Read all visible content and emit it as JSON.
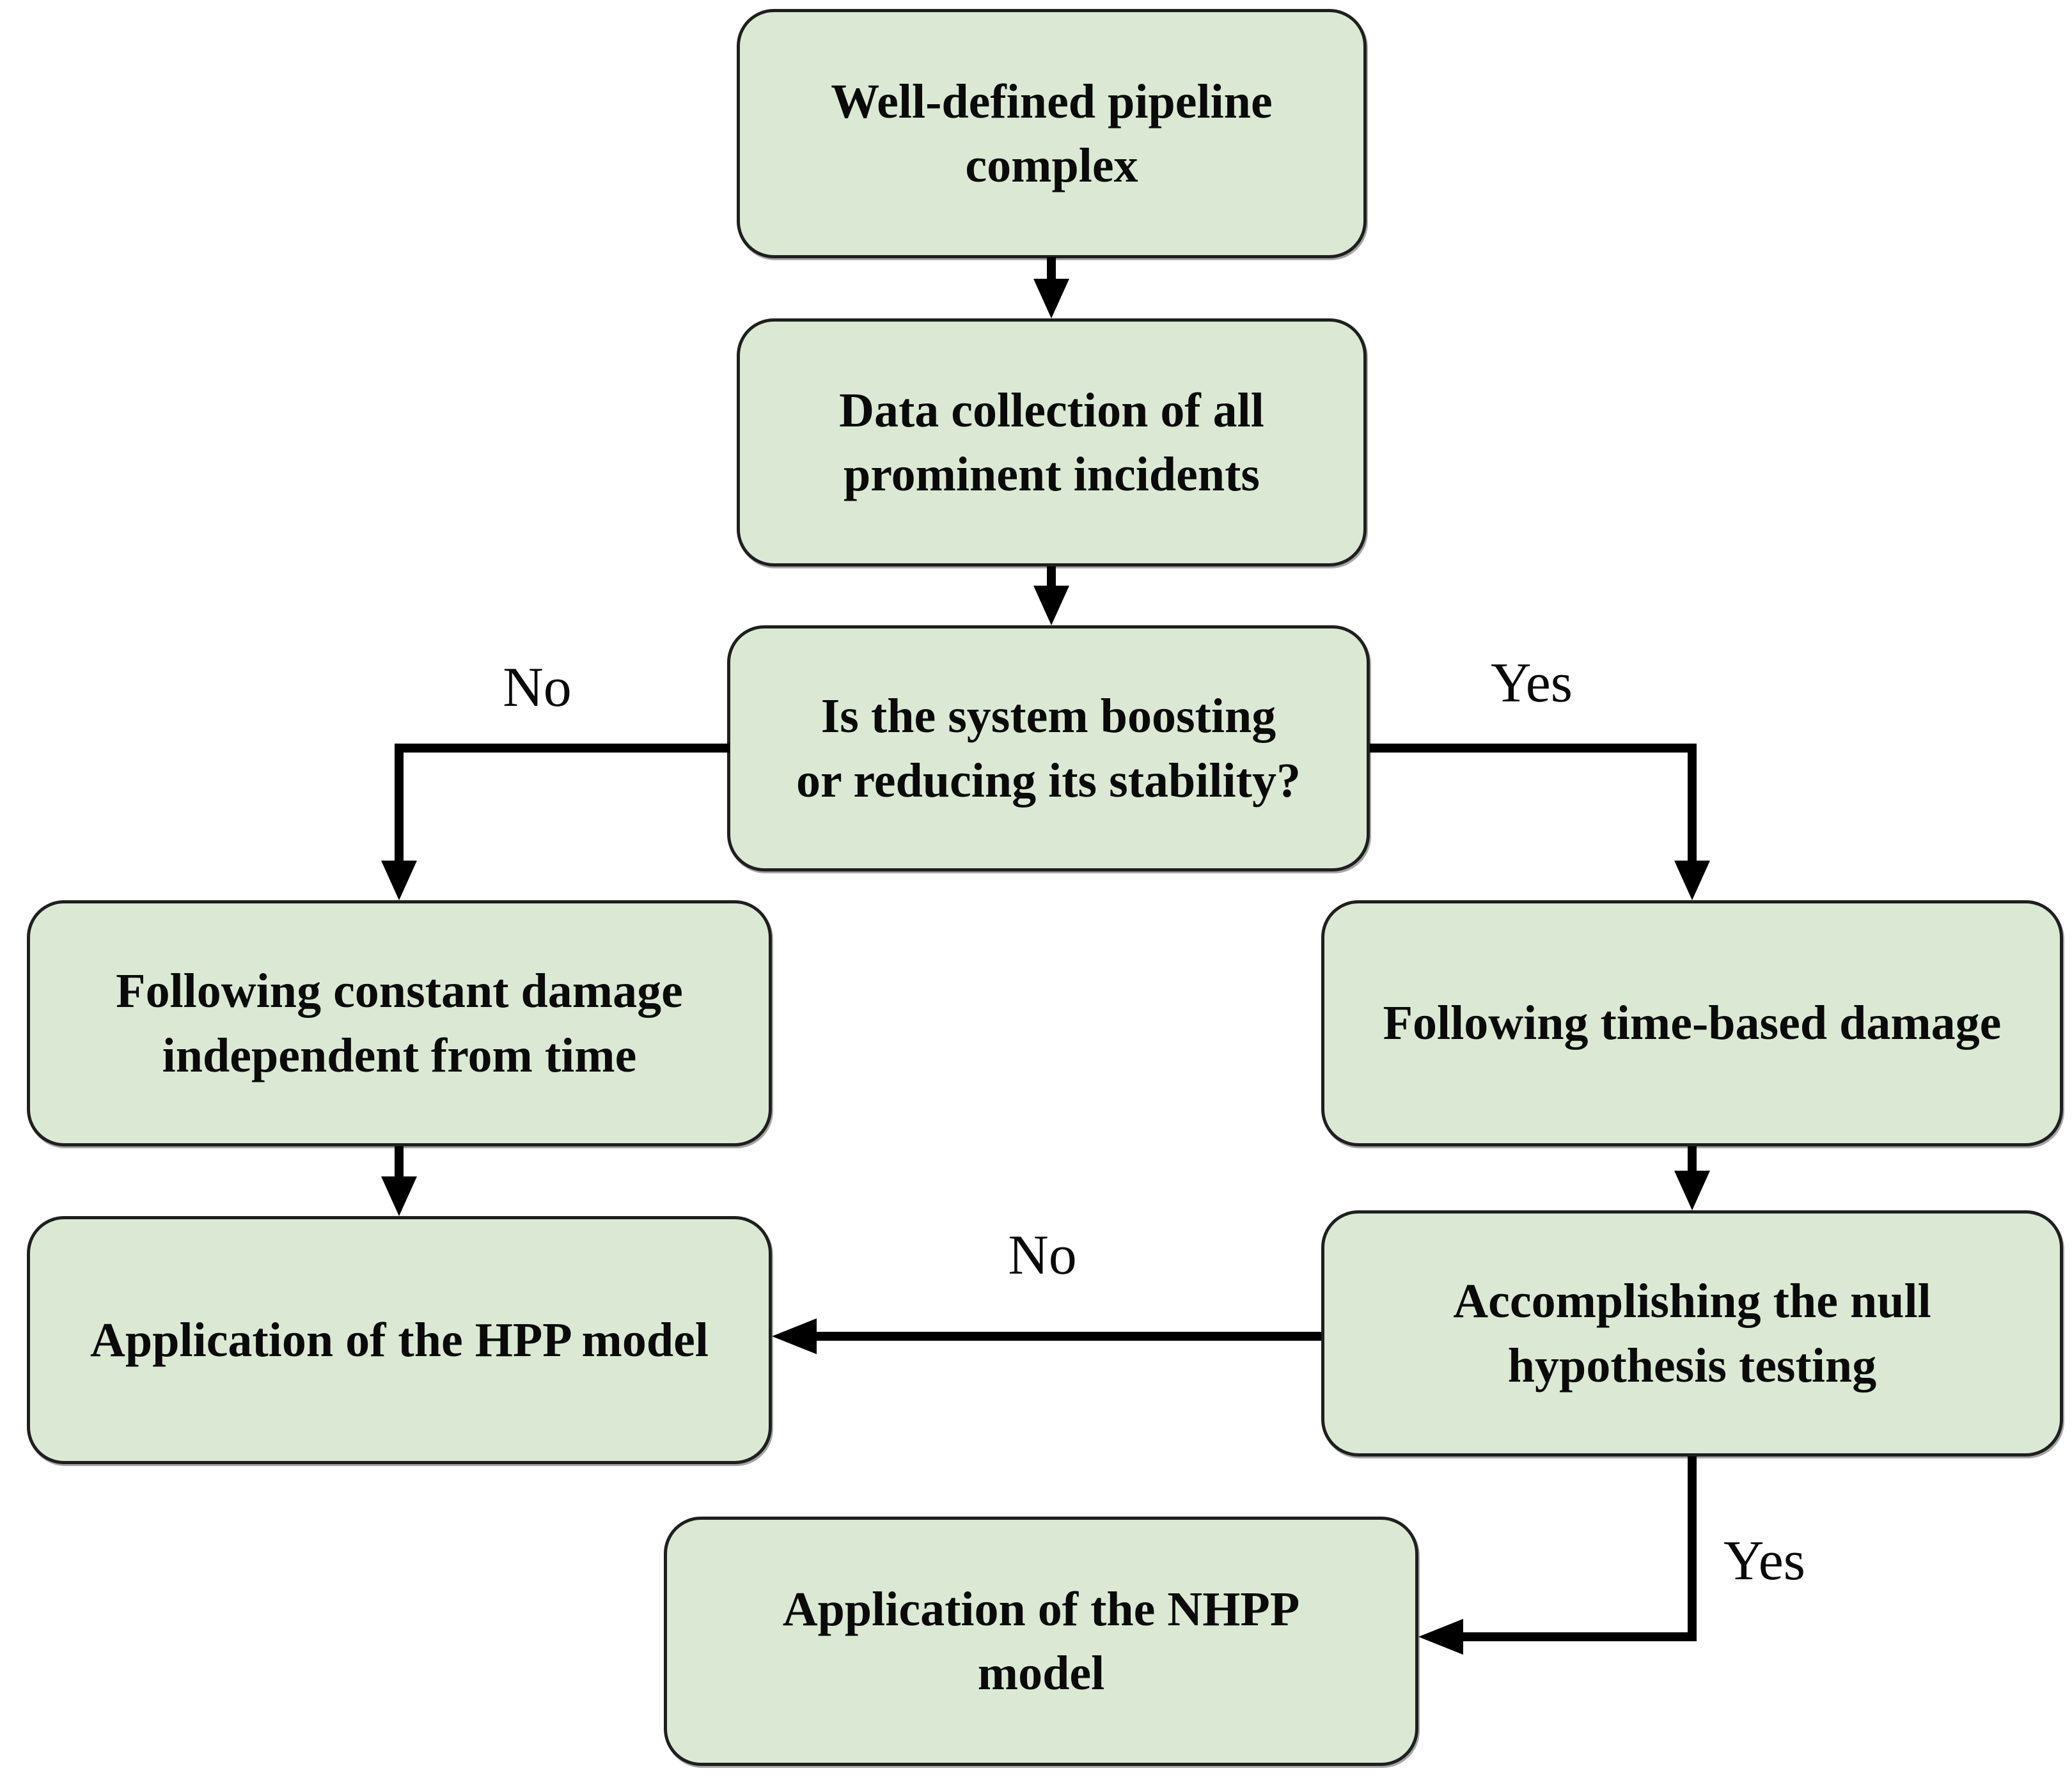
{
  "colors": {
    "background": "#ffffff",
    "node_fill": "#dbe9d4",
    "node_border": "#1f1f1f",
    "arrow": "#000000",
    "text": "#0a0a0a"
  },
  "nodes": {
    "pipeline": {
      "label": "Well-defined pipeline\ncomplex"
    },
    "data_collection": {
      "label": "Data collection of all\nprominent incidents"
    },
    "decision": {
      "label": "Is the system boosting\nor reducing its stability?"
    },
    "constant_damage": {
      "label": "Following constant damage\nindependent from time"
    },
    "time_based_damage": {
      "label": "Following time-based damage"
    },
    "hpp": {
      "label": "Application of the HPP model"
    },
    "null_hypothesis": {
      "label": "Accomplishing the null\nhypothesis testing"
    },
    "nhpp": {
      "label": "Application of the NHPP\nmodel"
    }
  },
  "edge_labels": {
    "decision_no": "No",
    "decision_yes": "Yes",
    "null_no": "No",
    "null_yes": "Yes"
  }
}
